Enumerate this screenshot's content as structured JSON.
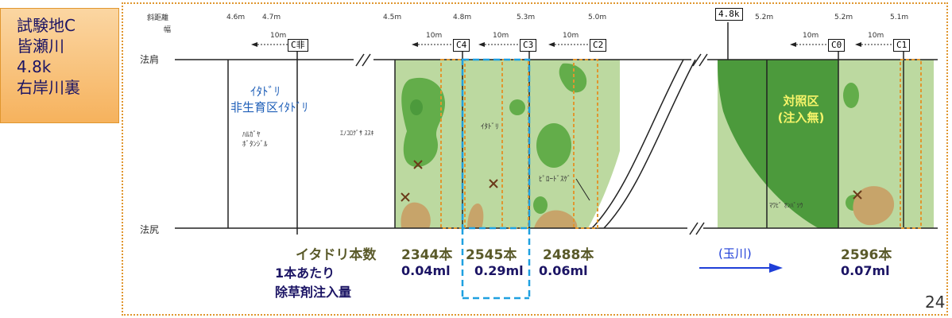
{
  "site_label": [
    "試験地C",
    "皆瀬川",
    "4.8k",
    "右岸川裏"
  ],
  "header": {
    "row1": "斜距離",
    "row2": "幅",
    "distances": [
      "4.6m",
      "4.7m",
      "4.5m",
      "4.8m",
      "5.3m",
      "5.0m",
      "5.2m",
      "5.2m",
      "5.1m"
    ],
    "marker_km": "4.8k",
    "spacing": "10m"
  },
  "plots": [
    "C非",
    "C4",
    "C3",
    "C2",
    "C0",
    "C1"
  ],
  "slope": {
    "top": "法肩",
    "bottom": "法尻"
  },
  "labels": {
    "itadori": "ｲﾀﾄﾞﾘ",
    "non_growth": "非生育区ｲﾀﾄﾞﾘ",
    "control_1": "対照区",
    "control_2": "(注入無)",
    "tamagawa": "(玉川)",
    "veg_left_1": "ﾊﾙｶﾞﾔ",
    "veg_left_2": "ﾎﾞﾀﾝｼﾞﾙ",
    "veg_mid": "ｴﾉｺﾛｸﾞｻ ｽｽｷ",
    "veg_itadori": "ｲﾀﾄﾞﾘ",
    "veg_pgrass": "ﾋﾟﾛｰﾄﾞｽｹﾞ",
    "veg_right": "ﾏﾜﾋﾞ ｵﾝﾊﾞｿｳ"
  },
  "annotation": {
    "line1": "イタドリ本数",
    "line2": "1本あたり",
    "line3": "除草剤注入量"
  },
  "counts": [
    "2344本",
    "2545本",
    "2488本",
    "2596本"
  ],
  "doses": [
    "0.04ml",
    "0.29ml",
    "0.06ml",
    "0.07ml"
  ],
  "page_number": "24",
  "colors": {
    "light_green": "#bcd9a0",
    "dark_green": "#4c9a3c",
    "mid_green": "#63ad4a",
    "tan": "#c7a46a",
    "orange_dash": "#e0962f",
    "cyan_dash": "#1ea0e0",
    "blue": "#1f3fd8"
  }
}
